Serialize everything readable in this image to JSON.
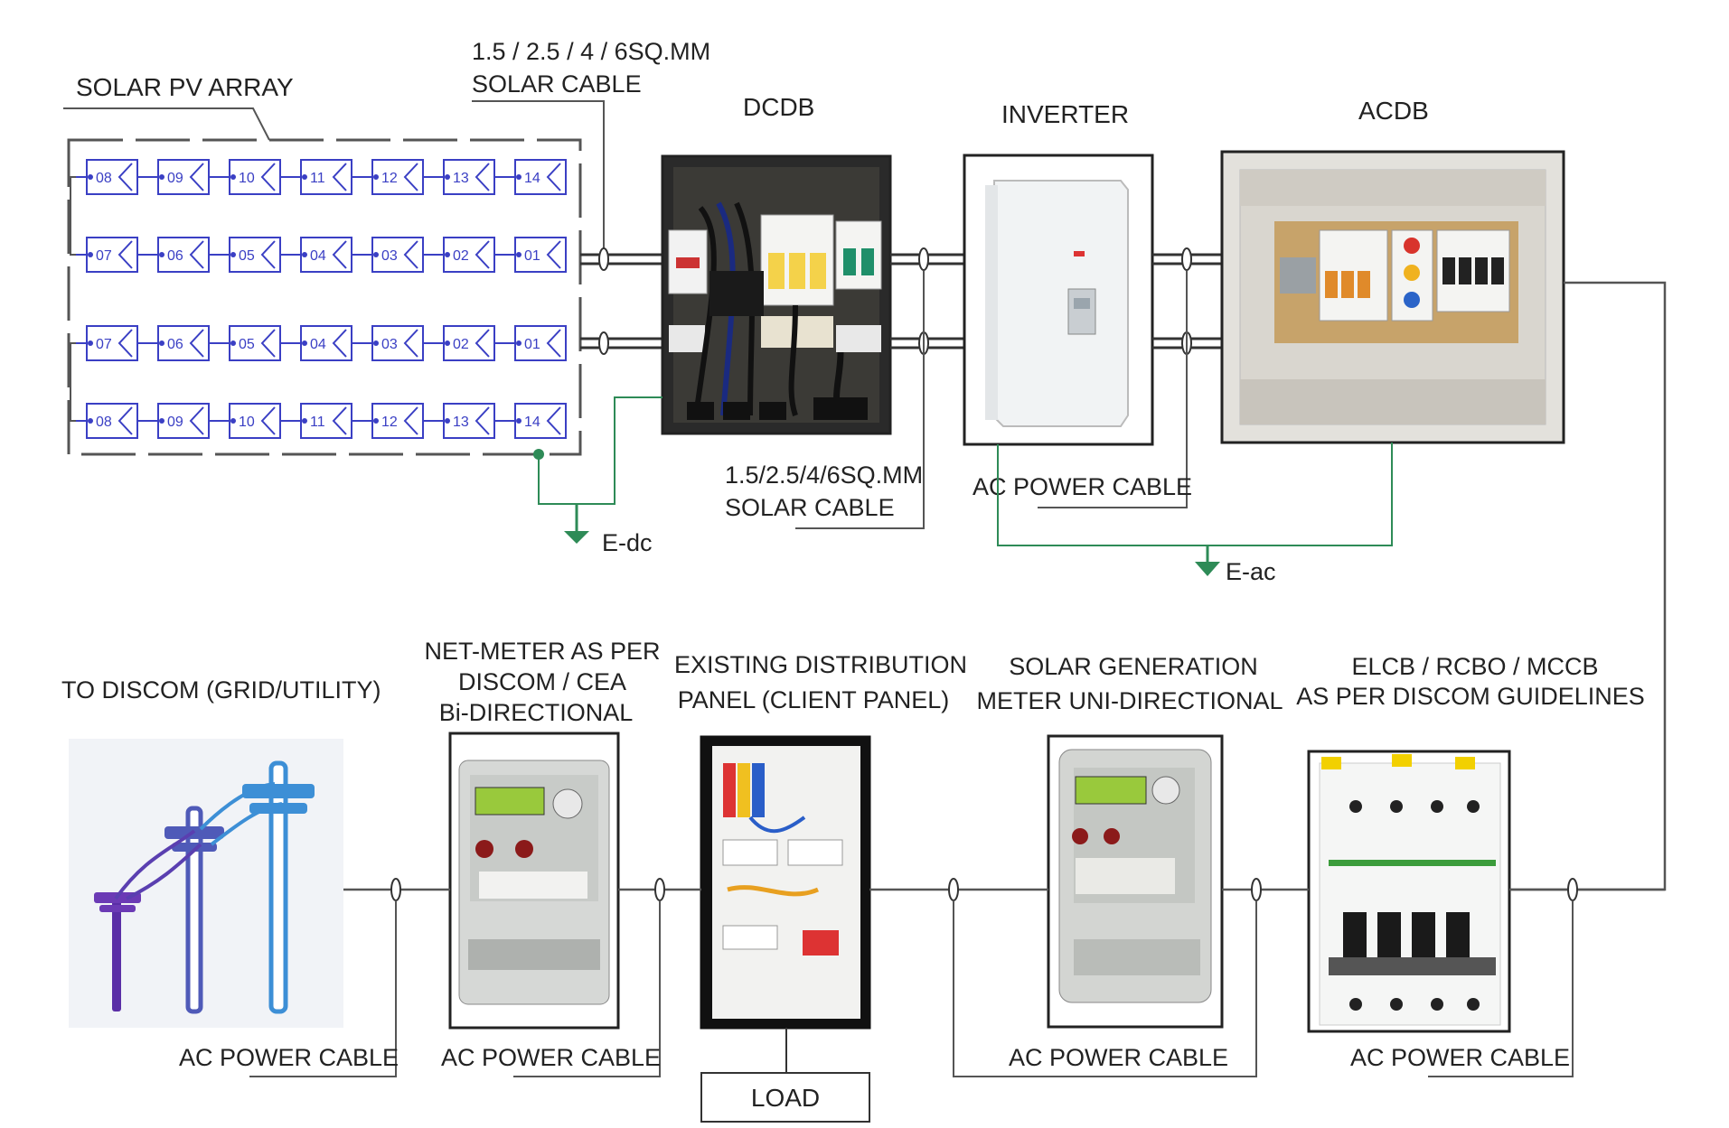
{
  "labels": {
    "solar_pv_array": "SOLAR PV ARRAY",
    "cable_top_1": "1.5 / 2.5 / 4 / 6SQ.MM",
    "cable_top_2": "SOLAR CABLE",
    "dcdb": "DCDB",
    "inverter": "INVERTER",
    "acdb": "ACDB",
    "cable_mid_1": "1.5/2.5/4/6SQ.MM",
    "cable_mid_2": "SOLAR CABLE",
    "ac_power_cable": "AC POWER CABLE",
    "e_dc": "E-dc",
    "e_ac": "E-ac",
    "to_discom": "TO DISCOM (GRID/UTILITY)",
    "net_meter_1": "NET-METER AS PER",
    "net_meter_2": "DISCOM / CEA",
    "net_meter_3": "Bi-DIRECTIONAL",
    "dist_panel_1": "EXISTING DISTRIBUTION",
    "dist_panel_2": "PANEL (CLIENT PANEL)",
    "gen_meter_1": "SOLAR GENERATION",
    "gen_meter_2": "METER UNI-DIRECTIONAL",
    "elcb_1": "ELCB / RCBO / MCCB",
    "elcb_2": "AS PER DISCOM GUIDELINES",
    "ac_cable_b1": "AC POWER CABLE",
    "ac_cable_b2": "AC POWER CABLE",
    "ac_cable_b3": "AC POWER CABLE",
    "ac_cable_b4": "AC POWER CABLE",
    "load": "LOAD"
  },
  "pv_rows": [
    [
      "08",
      "09",
      "10",
      "11",
      "12",
      "13",
      "14"
    ],
    [
      "07",
      "06",
      "05",
      "04",
      "03",
      "02",
      "01"
    ],
    [
      "07",
      "06",
      "05",
      "04",
      "03",
      "02",
      "01"
    ],
    [
      "08",
      "09",
      "10",
      "11",
      "12",
      "13",
      "14"
    ]
  ],
  "colors": {
    "line": "#555555",
    "pv_blue": "#3a3fc4",
    "earth_green": "#2e8b57",
    "panel_white": "#eef0f0"
  }
}
